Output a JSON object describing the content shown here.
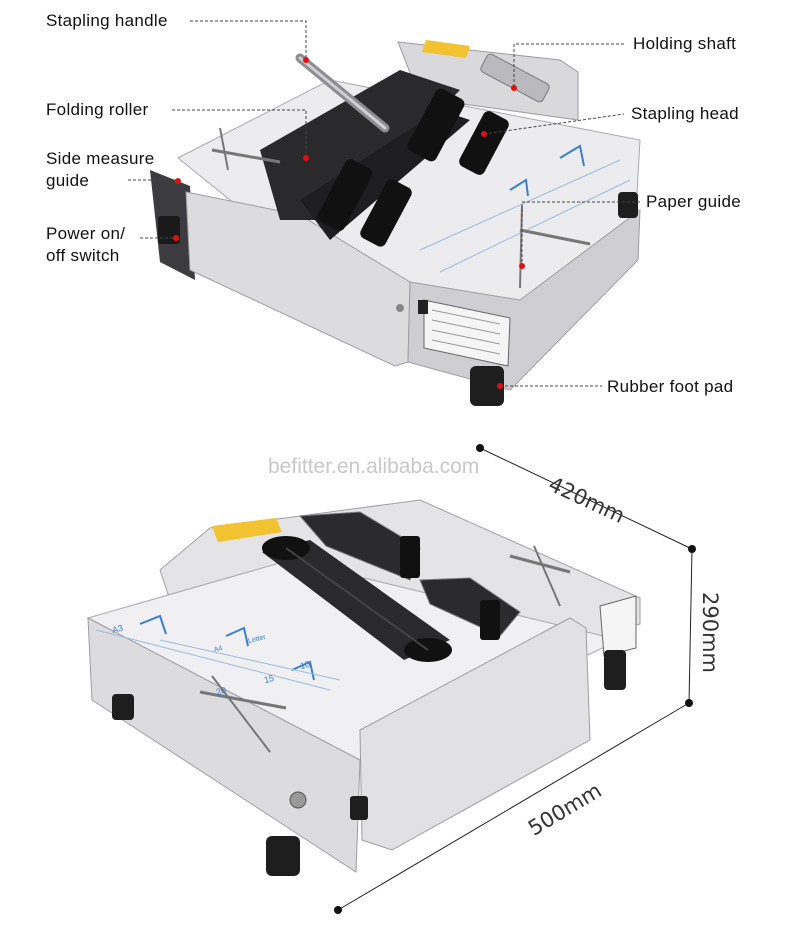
{
  "callouts": {
    "stapling_handle": "Stapling handle",
    "folding_roller": "Folding roller",
    "side_measure_guide_line1": "Side measure",
    "side_measure_guide_line2": "guide",
    "power_switch_line1": "Power on/",
    "power_switch_line2": "off switch",
    "holding_shaft": "Holding shaft",
    "stapling_head": "Stapling head",
    "paper_guide": "Paper guide",
    "rubber_foot_pad": "Rubber foot pad"
  },
  "watermark": "befitter.en.alibaba.com",
  "dimensions": {
    "length": "420mm",
    "height": "290mm",
    "width": "500mm"
  },
  "tray_marks": {
    "a3": "A3",
    "a4": "A4",
    "letter": "Letter",
    "n15": "15",
    "n20": "20",
    "n10": "10"
  },
  "colors": {
    "machine_body": "#e6e6e8",
    "machine_shadow": "#bfc0c4",
    "roller": "#2a2a2c",
    "guide_marks": "#3a7fd0",
    "callout_dot": "#e01010",
    "leader_line": "#444444"
  }
}
